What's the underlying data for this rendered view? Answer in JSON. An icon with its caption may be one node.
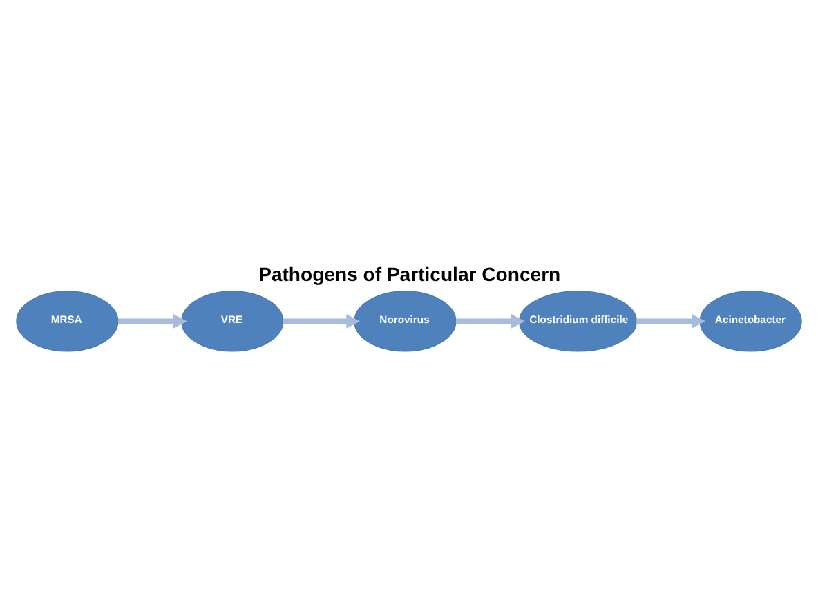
{
  "diagram": {
    "title": "Pathogens of Particular Concern",
    "nodes": [
      {
        "text": [
          "Norovirus"
        ]
      },
      {
        "text": [
          "Clostridium difficile"
        ]
      },
      {
        "text": [
          "Acinetobacter"
        ]
      },
      {
        "text": [
          "MRSA"
        ]
      },
      {
        "text": [
          "VRE"
        ]
      }
    ],
    "edges": [
      {
        "from": 0,
        "to": 1,
        "arrow": "to"
      },
      {
        "from": 1,
        "to": 2,
        "arrow": "to"
      },
      {
        "from": 3,
        "to": 4,
        "arrow": "to"
      },
      {
        "from": 4,
        "to": 0,
        "arrow": "to"
      }
    ]
  }
}
